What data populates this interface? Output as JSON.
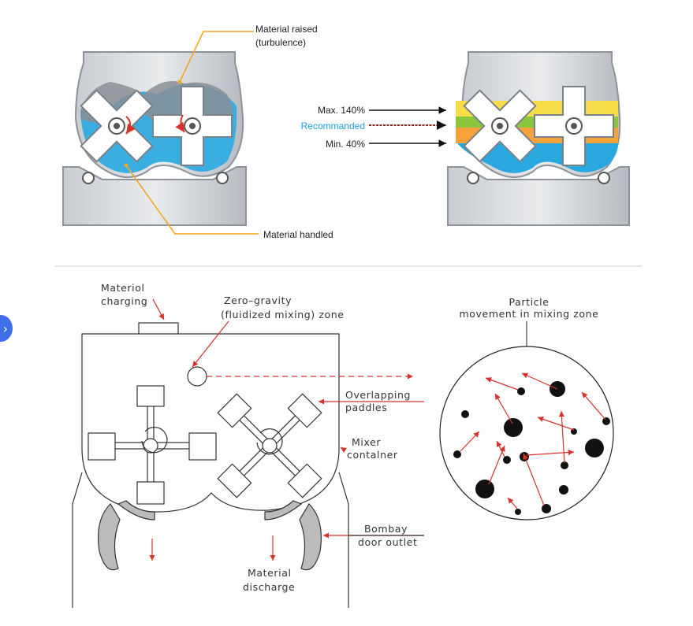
{
  "top_left": {
    "label_raised_line1": "Material raised",
    "label_raised_line2": "(turbulence)",
    "label_handled": "Material handled"
  },
  "top_right": {
    "label_max": "Max. 140%",
    "label_recommended": "Recommanded",
    "label_min": "Min. 40%"
  },
  "bottom_left": {
    "label_charging_line1": "Materiol",
    "label_charging_line2": "charging",
    "label_zero_line1": "Zero–gravity",
    "label_zero_line2": "(fluidized mixing) zone",
    "label_paddles_line1": "Overlapping",
    "label_paddles_line2": "paddles",
    "label_container_line1": "Mixer",
    "label_container_line2": "contalner",
    "label_bombay_line1": "Bombay",
    "label_bombay_line2": "door outlet",
    "label_discharge_line1": "Material",
    "label_discharge_line2": "discharge"
  },
  "bottom_right": {
    "label_particle_line1": "Particle",
    "label_particle_line2": "movement in mixing zone"
  },
  "colors": {
    "blue_material": "#3aaee0",
    "fill_yellow": "#f6de4a",
    "fill_green": "#8cc63e",
    "fill_orange": "#f7a33b",
    "fill_blue": "#29a8e0",
    "leader_orange": "#f5a623",
    "arrow_red": "#d8322c",
    "recommended_text": "#1aa3d8"
  },
  "nav": {
    "next_icon": "chevron-right-icon",
    "glyph": "›"
  }
}
